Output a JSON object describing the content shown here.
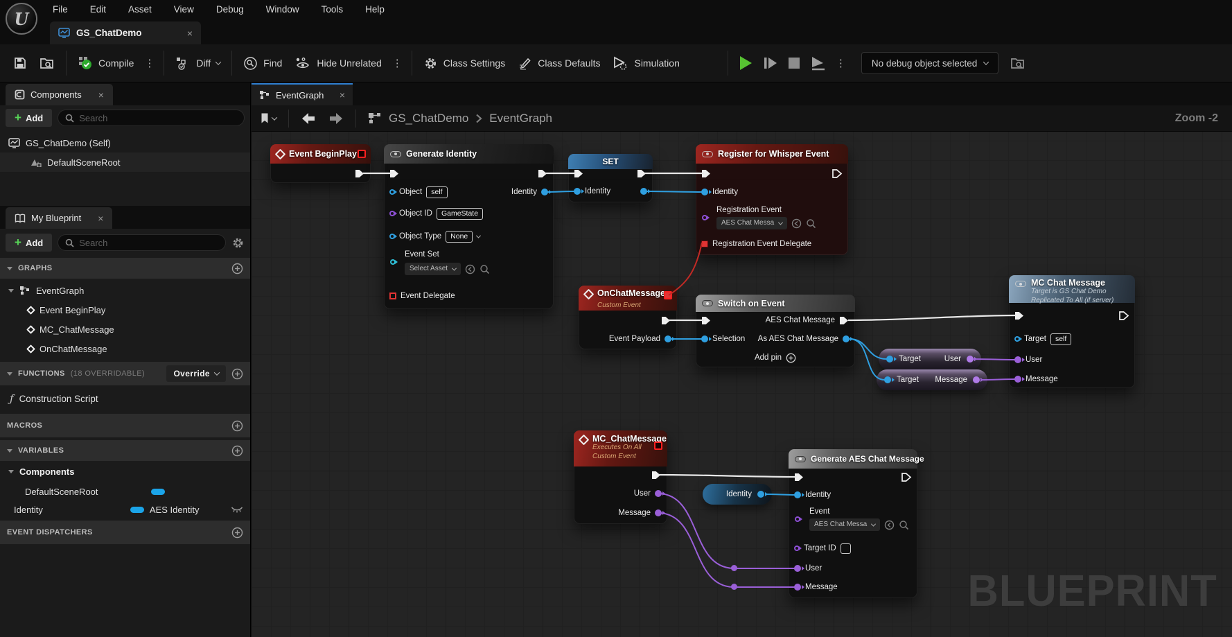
{
  "window": {
    "menu_items": [
      "File",
      "Edit",
      "Asset",
      "View",
      "Debug",
      "Window",
      "Tools",
      "Help"
    ],
    "asset_tab": "GS_ChatDemo"
  },
  "toolbar": {
    "compile_label": "Compile",
    "diff_label": "Diff",
    "find_label": "Find",
    "hide_unrelated_label": "Hide Unrelated",
    "class_settings_label": "Class Settings",
    "class_defaults_label": "Class Defaults",
    "simulation_label": "Simulation",
    "debug_object_label": "No debug object selected"
  },
  "components_panel": {
    "tab": "Components",
    "add_label": "Add",
    "search_placeholder": "Search",
    "self_row": "GS_ChatDemo (Self)",
    "scene_root_row": "DefaultSceneRoot"
  },
  "my_blueprint_panel": {
    "tab": "My Blueprint",
    "add_label": "Add",
    "search_placeholder": "Search",
    "graphs_header": "GRAPHS",
    "event_graph": "EventGraph",
    "events": [
      "Event BeginPlay",
      "MC_ChatMessage",
      "OnChatMessage"
    ],
    "functions_header": "FUNCTIONS",
    "functions_overridable": "(18 OVERRIDABLE)",
    "override_label": "Override",
    "construction_script": "Construction Script",
    "macros_header": "MACROS",
    "variables_header": "VARIABLES",
    "components_category": "Components",
    "variable_scene_root": "DefaultSceneRoot",
    "variable_identity": "Identity",
    "variable_identity_type": "AES Identity",
    "event_dispatchers_header": "EVENT DISPATCHERS"
  },
  "graph": {
    "tab": "EventGraph",
    "breadcrumb": [
      "GS_ChatDemo",
      "EventGraph"
    ],
    "zoom_label": "Zoom -2",
    "watermark": "BLUEPRINT"
  },
  "nodes": {
    "begin_play": {
      "title": "Event BeginPlay"
    },
    "generate_identity": {
      "title": "Generate Identity",
      "identity_out": "Identity",
      "object_label": "Object",
      "object_value": "self",
      "object_id_label": "Object ID",
      "object_id_value": "GameState",
      "object_type_label": "Object Type",
      "object_type_value": "None",
      "event_set_label": "Event Set",
      "event_set_value": "Select Asset",
      "event_delegate_label": "Event Delegate"
    },
    "set_identity": {
      "title": "SET",
      "identity_in": "Identity",
      "identity_out": "Identity"
    },
    "register_whisper": {
      "title": "Register for Whisper Event",
      "identity_label": "Identity",
      "registration_event_label": "Registration Event",
      "registration_event_value": "AES Chat Messa",
      "registration_delegate_label": "Registration Event Delegate"
    },
    "on_chat_message": {
      "title": "OnChatMessage",
      "subtitle": "Custom Event",
      "event_payload_label": "Event Payload"
    },
    "switch_on_event": {
      "title": "Switch on Event",
      "selection_label": "Selection",
      "case_exec_label": "AES Chat Message",
      "case_cast_label": "As AES Chat Message",
      "add_pin_label": "Add pin"
    },
    "mc_chat_message_call": {
      "title": "MC Chat Message",
      "subtitle_1": "Target is GS Chat Demo",
      "subtitle_2": "Replicated To All (if server)",
      "target_label": "Target",
      "target_value": "self",
      "user_label": "User",
      "message_label": "Message"
    },
    "get_user": {
      "target_label": "Target",
      "output_label": "User"
    },
    "get_message": {
      "target_label": "Target",
      "output_label": "Message"
    },
    "mc_chat_message_event": {
      "title": "MC_ChatMessage",
      "subtitle_1": "Executes On All",
      "subtitle_2": "Custom Event",
      "user_label": "User",
      "message_label": "Message"
    },
    "get_identity": {
      "label": "Identity"
    },
    "generate_aes": {
      "title": "Generate AES Chat Message",
      "identity_label": "Identity",
      "event_label": "Event",
      "event_value": "AES Chat Messa",
      "target_id_label": "Target ID",
      "user_label": "User",
      "message_label": "Message"
    }
  },
  "colors": {
    "pin_blue": "#2f9fe0",
    "pin_purple": "#9a5fd8",
    "pin_violet": "#8d4fd4",
    "pin_cyan": "#2fc0d8",
    "delegate_red": "#e23434",
    "exec_wire": "#e8e8e8",
    "event_header_red": "#8e211b",
    "tab_accent_blue": "#2f7fd0",
    "compile_green": "#4fd44f",
    "play_green": "#57c232"
  }
}
